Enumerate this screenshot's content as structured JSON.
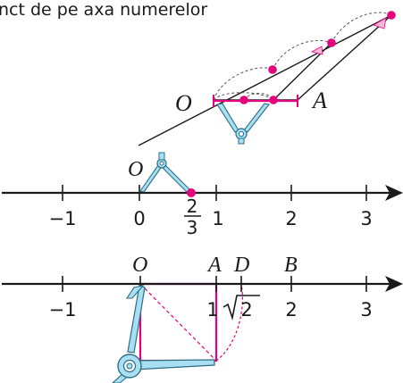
{
  "header": {
    "text": "nct de pe axa numerelor"
  },
  "top_construction": {
    "label_o": "O",
    "label_a": "A"
  },
  "axis1": {
    "ticks": [
      "−1",
      "0",
      "1",
      "2",
      "3"
    ],
    "compass_label": "O",
    "fraction": {
      "numerator": "2",
      "denominator": "3"
    }
  },
  "axis2": {
    "ticks": [
      "−1",
      "1",
      "2",
      "3"
    ],
    "top_labels": {
      "o": "O",
      "a": "A",
      "d": "D",
      "b": "B"
    },
    "sqrt_radicand": "2"
  },
  "colors": {
    "magenta": "#e6007e",
    "compass_fill": "#a8dff2",
    "compass_stroke": "#2b6e86",
    "triangle_fill": "#f7b9d6",
    "ink": "#1a1a1a"
  }
}
